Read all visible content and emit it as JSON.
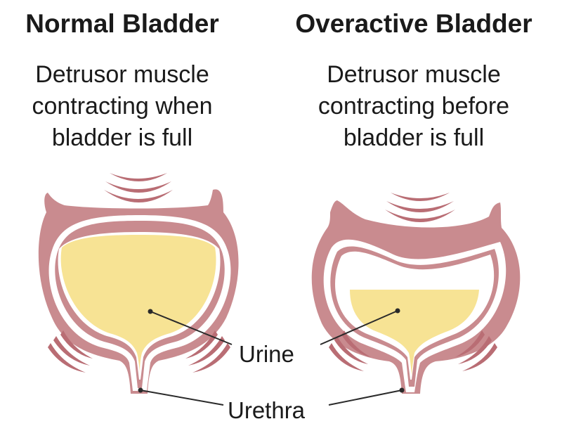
{
  "titles": {
    "left": "Normal Bladder",
    "right": "Overactive Bladder"
  },
  "descriptions": {
    "left": [
      "Detrusor muscle",
      "contracting when",
      "bladder is full"
    ],
    "right": [
      "Detrusor muscle",
      "contracting before",
      "bladder is full"
    ]
  },
  "labels": {
    "urine": "Urine",
    "urethra": "Urethra"
  },
  "colors": {
    "wall": "#c98b8f",
    "wall_dark": "#b96d74",
    "urine": "#f7e394",
    "leader": "#2a2a2a"
  }
}
